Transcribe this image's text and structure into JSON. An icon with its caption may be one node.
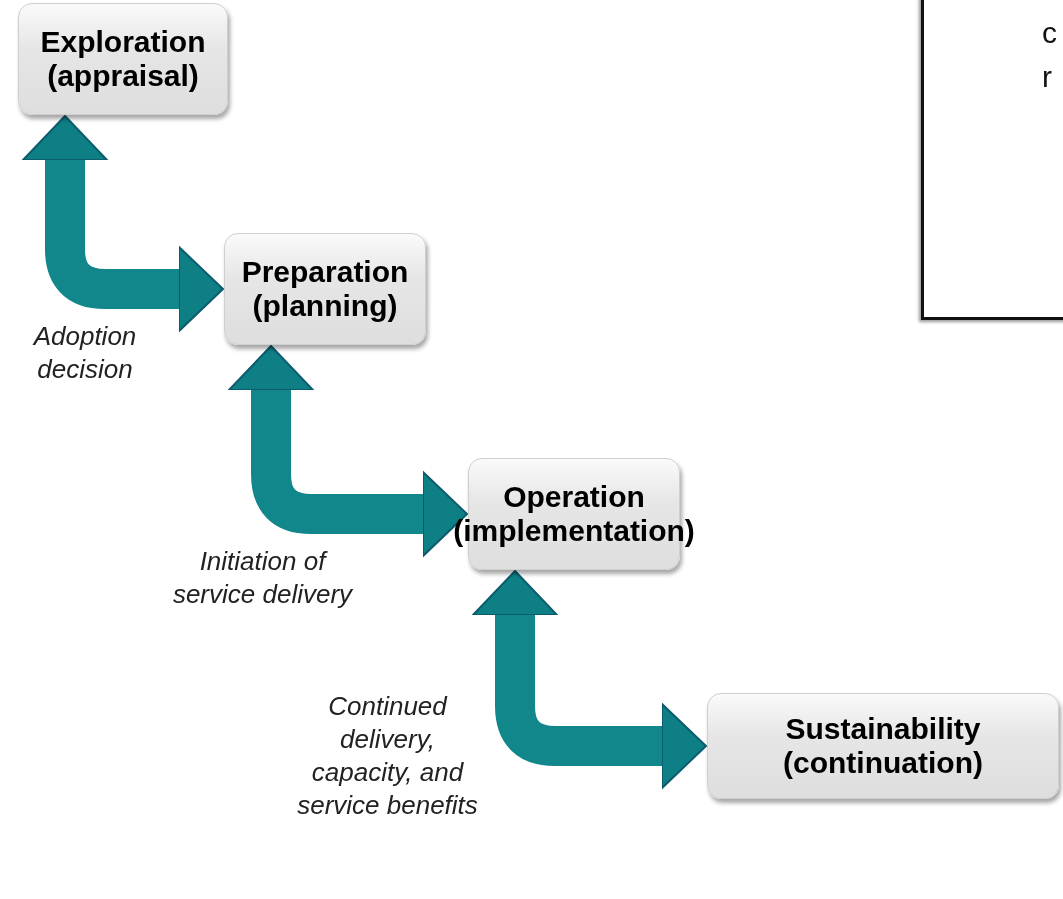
{
  "diagram": {
    "nodes": [
      {
        "text": [
          "Exploration (appraisal)"
        ]
      },
      {
        "text": [
          "Preparation (planning)"
        ]
      },
      {
        "text": [
          "Operation (implementation)"
        ]
      },
      {
        "text": [
          "Sustainability (continuation)"
        ]
      },
      {
        "text": [
          "c r"
        ]
      }
    ],
    "edges": [
      {
        "from": 0,
        "to": 1,
        "arrow": "both",
        "label": "Adoption decision"
      },
      {
        "from": 1,
        "to": 2,
        "arrow": "both",
        "label": "Initiation of service delivery"
      },
      {
        "from": 2,
        "to": 3,
        "arrow": "both",
        "label": "Continued delivery, capacity, and service benefits"
      }
    ]
  }
}
